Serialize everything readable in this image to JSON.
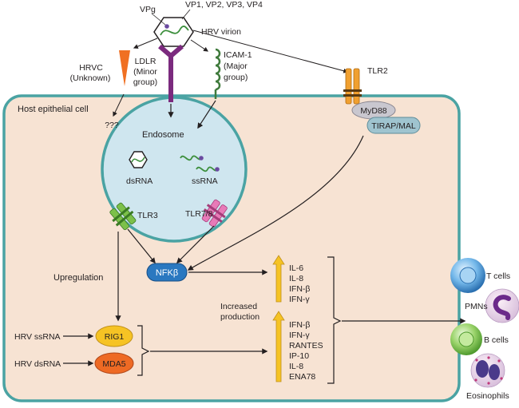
{
  "virion": {
    "label": "HRV virion",
    "vpg": "VPg",
    "capsid_proteins": "VP1, VP2, VP3, VP4"
  },
  "receptors": {
    "hrvc_line1": "HRVC",
    "hrvc_line2": "(Unknown)",
    "ldlr_line1": "LDLR",
    "ldlr_line2": "(Minor",
    "ldlr_line3": "group)",
    "icam_line1": "ICAM-1",
    "icam_line2": "(Major",
    "icam_line3": "group)",
    "tlr2": "TLR2",
    "unknown_path": "???"
  },
  "cell": {
    "label": "Host epithelial cell",
    "myd88": "MyD88",
    "tirap": "TIRAP/MAL"
  },
  "endosome": {
    "label": "Endosome",
    "dsrna": "dsRNA",
    "ssrna": "ssRNA",
    "tlr3": "TLR3",
    "tlr78": "TLR7/8"
  },
  "signaling": {
    "nfkb": "NFKβ",
    "upregulation": "Upregulation",
    "rig1": "RIG1",
    "mda5": "MDA5",
    "hrv_ssrna": "HRV ssRNA",
    "hrv_dsrna": "HRV dsRNA",
    "increased_line1": "Increased",
    "increased_line2": "production"
  },
  "cytokines_top": [
    "IL-6",
    "IL-8",
    "IFN-β",
    "IFN-γ"
  ],
  "cytokines_bottom": [
    "IFN-β",
    "IFN-γ",
    "RANTES",
    "IP-10",
    "IL-8",
    "ENA78"
  ],
  "immune_cells": {
    "tcells": "T cells",
    "pmns": "PMNs",
    "bcells": "B cells",
    "eosinophils": "Eosinophils"
  },
  "colors": {
    "cell_fill": "#f7e3d3",
    "cell_border": "#4aa3a3",
    "endosome_fill": "#cfe6ef",
    "nfkb": "#2a78c0",
    "rig1": "#f6c324",
    "mda5": "#ee6a24",
    "ldlr": "#7b2a7e",
    "icam": "#3f7a3c",
    "hrvc": "#f07023",
    "tlr3": "#7cc04a",
    "tlr78": "#e87ab8",
    "tlr2": "#f0a030",
    "cytokine_arrow": "#f6c324"
  }
}
